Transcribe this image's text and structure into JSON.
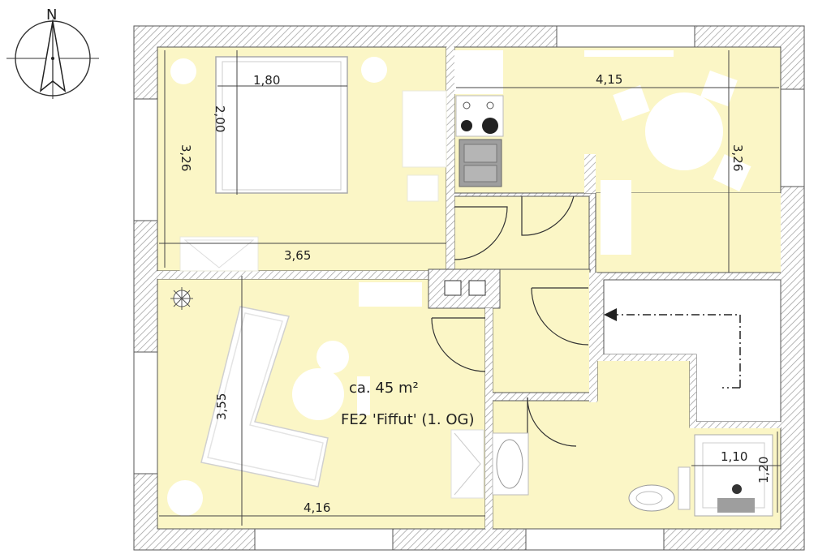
{
  "colors": {
    "room_fill": "#fbf6c6",
    "wall_hatch": "#9a9a9a",
    "furniture": "#ffffff",
    "stairs_fill": "#ffffff",
    "line": "#333333"
  },
  "compass": {
    "label": "N"
  },
  "apartment": {
    "area": "ca. 45 m²",
    "name": "FE2 'Fiffut' (1. OG)"
  },
  "dimensions": {
    "bed_width": "1,80",
    "bed_length": "2,00",
    "bedroom_height": "3,26",
    "bedroom_width": "3,65",
    "kitchen_width": "4,15",
    "kitchen_height": "3,26",
    "living_height": "3,55",
    "living_width": "4,16",
    "shower_width": "1,10",
    "shower_height": "1,20"
  },
  "icons": [
    "compass-icon",
    "stove-icon",
    "sink-icon",
    "toilet-icon",
    "shower-icon",
    "plant-icon",
    "sofa-icon",
    "bed-icon",
    "table-icon",
    "chair-icon",
    "door-icon",
    "stairs-arrow-icon"
  ]
}
